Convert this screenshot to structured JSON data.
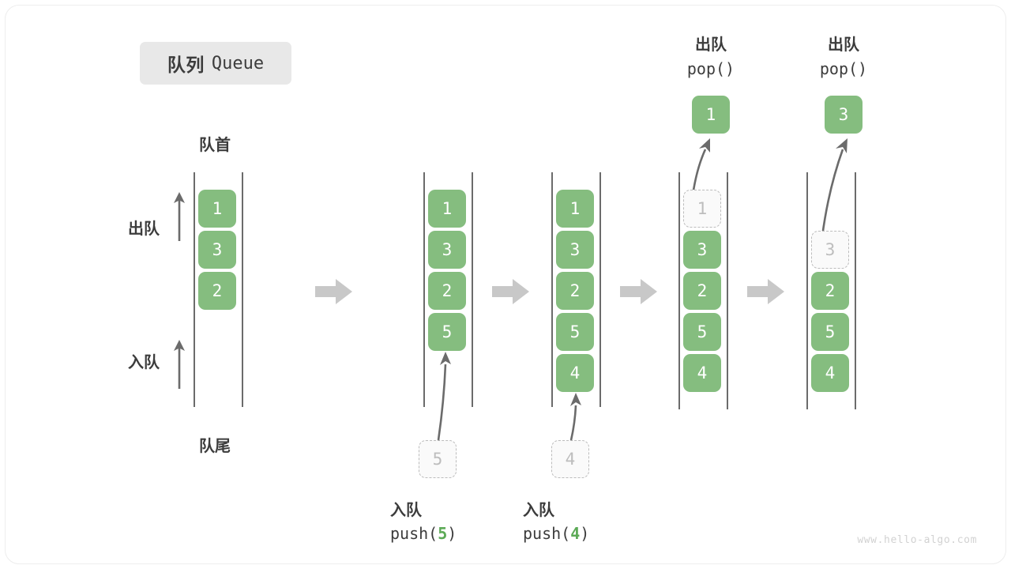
{
  "title": {
    "cn": "队列",
    "en": "Queue"
  },
  "labels": {
    "head": "队首",
    "tail": "队尾",
    "dequeue": "出队",
    "enqueue": "入队"
  },
  "colors": {
    "cell_green": "#85bd7f",
    "ghost_border": "#bcbcbc",
    "ghost_text": "#bdbdbd",
    "rail": "#6b6b6b",
    "arrow": "#6b6b6b",
    "step_arrow": "#c8c8c8",
    "badge_bg": "#e8e8e8",
    "text": "#3c3c3c",
    "accent_num": "#5caa56",
    "watermark": "#d2d2d2"
  },
  "columns": [
    {
      "name": "initial-queue",
      "cells": [
        {
          "value": "1",
          "state": "filled"
        },
        {
          "value": "3",
          "state": "filled"
        },
        {
          "value": "2",
          "state": "filled"
        }
      ]
    },
    {
      "name": "after-push-5",
      "cells": [
        {
          "value": "1",
          "state": "filled"
        },
        {
          "value": "3",
          "state": "filled"
        },
        {
          "value": "2",
          "state": "filled"
        },
        {
          "value": "5",
          "state": "filled"
        }
      ]
    },
    {
      "name": "after-push-4",
      "cells": [
        {
          "value": "1",
          "state": "filled"
        },
        {
          "value": "3",
          "state": "filled"
        },
        {
          "value": "2",
          "state": "filled"
        },
        {
          "value": "5",
          "state": "filled"
        },
        {
          "value": "4",
          "state": "filled"
        }
      ]
    },
    {
      "name": "after-pop-1",
      "cells": [
        {
          "value": "1",
          "state": "ghost"
        },
        {
          "value": "3",
          "state": "filled"
        },
        {
          "value": "2",
          "state": "filled"
        },
        {
          "value": "5",
          "state": "filled"
        },
        {
          "value": "4",
          "state": "filled"
        }
      ]
    },
    {
      "name": "after-pop-3",
      "cells": [
        {
          "value": "",
          "state": "empty"
        },
        {
          "value": "3",
          "state": "ghost"
        },
        {
          "value": "2",
          "state": "filled"
        },
        {
          "value": "5",
          "state": "filled"
        },
        {
          "value": "4",
          "state": "filled"
        }
      ]
    }
  ],
  "operations": {
    "push5": {
      "cn": "入队",
      "call_prefix": "push(",
      "call_value": "5",
      "call_suffix": ")",
      "ghost_value": "5"
    },
    "push4": {
      "cn": "入队",
      "call_prefix": "push(",
      "call_value": "4",
      "call_suffix": ")",
      "ghost_value": "4"
    },
    "pop1": {
      "cn": "出队",
      "call": "pop()",
      "popped_value": "1"
    },
    "pop3": {
      "cn": "出队",
      "call": "pop()",
      "popped_value": "3"
    }
  },
  "watermark": "www.hello-algo.com"
}
